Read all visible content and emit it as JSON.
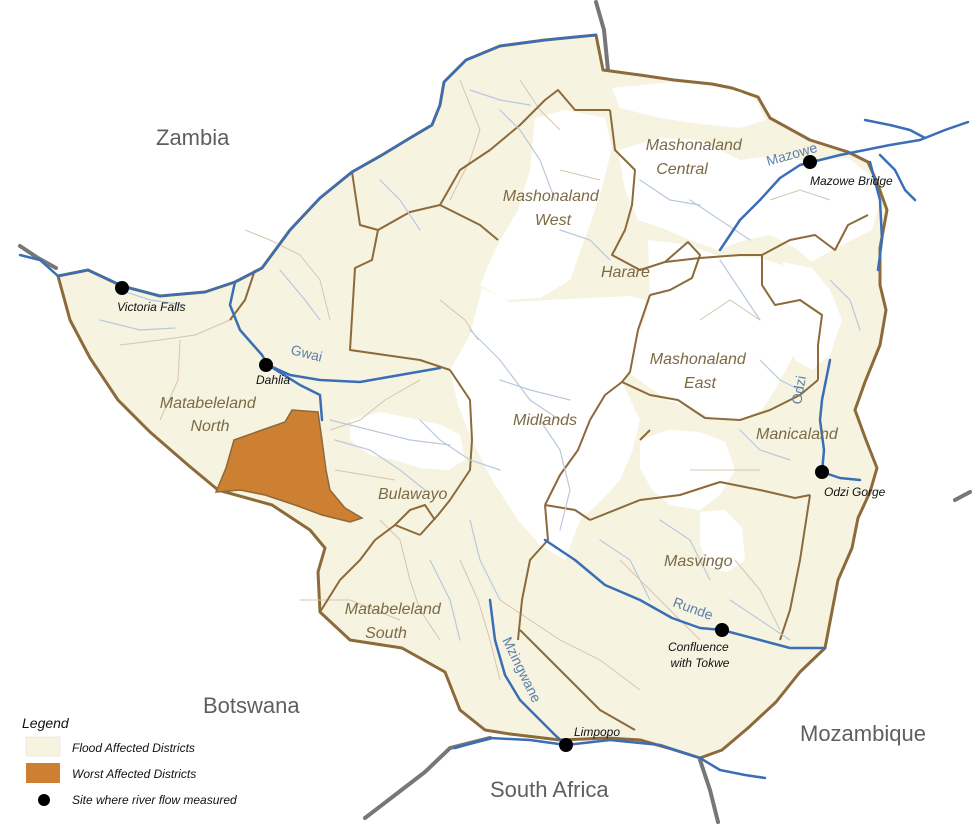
{
  "countries": {
    "zambia": "Zambia",
    "botswana": "Botswana",
    "south_africa": "South Africa",
    "mozambique": "Mozambique"
  },
  "provinces": {
    "mashonaland_central": [
      "Mashonaland",
      "Central"
    ],
    "mashonaland_west": [
      "Mashonaland",
      "West"
    ],
    "harare": "Harare",
    "mashonaland_east": [
      "Mashonaland",
      "East"
    ],
    "matabeleland_north": [
      "Matabeleland",
      "North"
    ],
    "midlands": "Midlands",
    "manicaland": "Manicaland",
    "bulawayo": "Bulawayo",
    "masvingo": "Masvingo",
    "matabeleland_south": [
      "Matabeleland",
      "South"
    ]
  },
  "rivers": {
    "mazowe": "Mazowe",
    "gwai": "Gwai",
    "odzi": "Odzi",
    "runde": "Runde",
    "mzingwane": "Mzingwane"
  },
  "sites": {
    "mazowe_bridge": "Mazowe Bridge",
    "victoria_falls": "Victoria Falls",
    "dahlia": "Dahlia",
    "odzi_gorge": "Odzi Gorge",
    "confluence_tokwe": [
      "Confluence",
      "with Tokwe"
    ],
    "limpopo": "Limpopo"
  },
  "legend": {
    "title": "Legend",
    "flood_affected": "Flood Affected Districts",
    "worst_affected": "Worst Affected Districts",
    "site_measured": "Site where river flow measured"
  },
  "colors": {
    "flood_fill": "#f7f3e1",
    "worst_fill": "#cd7f32",
    "unaffected_fill": "#ffffff",
    "border": "#8c6a3a",
    "district_border": "#d7c4b0",
    "river": "#3a6eb5",
    "stream": "#b9c9dc",
    "outside_border": "#777777",
    "site": "#000000"
  }
}
